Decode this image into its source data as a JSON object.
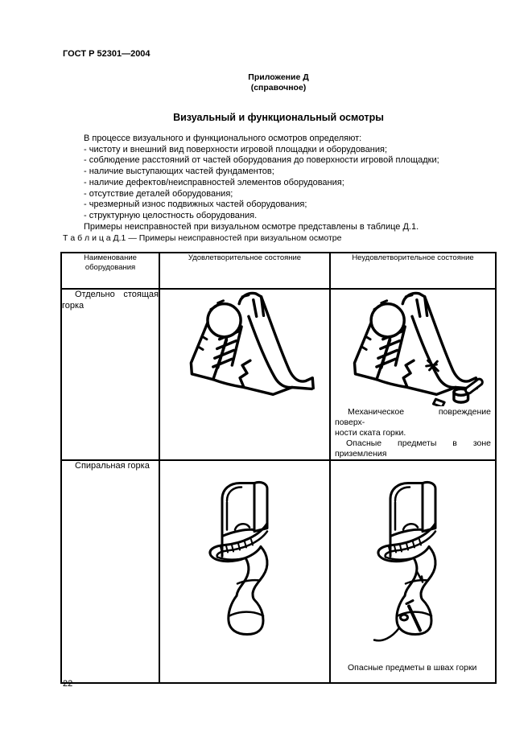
{
  "page": {
    "doc_number": "ГОСТ Р 52301—2004",
    "page_number": "22"
  },
  "annex": {
    "label": "Приложение Д",
    "note": "(справочное)"
  },
  "title": "Визуальный и функциональный осмотры",
  "paragraphs": {
    "intro": "В процессе визуального и функционального осмотров определяют:",
    "items": [
      "- чистоту и внешний вид поверхности игровой площадки и оборудования;",
      "- соблюдение расстояний от частей оборудования до поверхности игровой площадки;",
      "- наличие выступающих частей фундаментов;",
      "- наличие дефектов/неисправностей элементов оборудования;",
      "- отсутствие деталей оборудования;",
      "- чрезмерный износ подвижных частей оборудования;",
      "- структурную целостность оборудования."
    ],
    "closing": "Примеры неисправностей при визуальном осмотре представлены в таблице Д.1."
  },
  "table": {
    "caption_label": "Т а б л и ц а  Д.1",
    "caption_text": "— Примеры неисправностей при визуальном осмотре",
    "headers": [
      "Наименование оборудования",
      "Удовлетворительное состояние",
      "Неудовлетворительное состояние"
    ],
    "rows": [
      {
        "name_line1": "Отдельно стоящая",
        "name_line2": "горка",
        "images": {
          "satisfactory": "free-standing-slide-line-drawing",
          "unsatisfactory": "free-standing-slide-damaged-line-drawing"
        },
        "caption_lines": [
          "Механическое повреждение поверх-",
          "ности ската горки.",
          "Опасные предметы в зоне приземления"
        ]
      },
      {
        "name_line1": "Спиральная горка",
        "images": {
          "satisfactory": "spiral-slide-line-drawing",
          "unsatisfactory": "spiral-slide-damaged-line-drawing"
        },
        "caption_lines": [
          "Опасные предметы в швах горки"
        ]
      }
    ]
  }
}
